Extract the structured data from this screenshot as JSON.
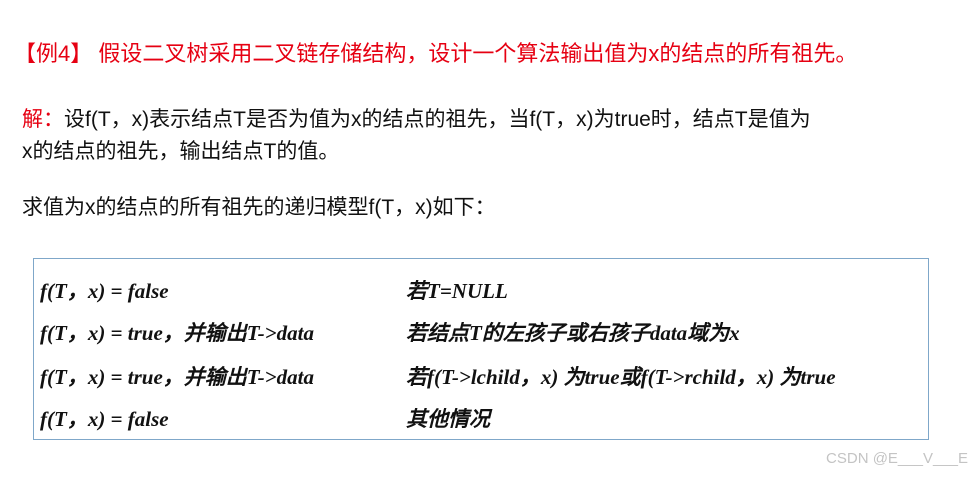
{
  "title": "【例4】 假设二叉树采用二叉链存储结构，设计一个算法输出值为x的结点的所有祖先。",
  "solution": {
    "label": "解：",
    "text_line1": "设f(T，x)表示结点T是否为值为x的结点的祖先，当f(T，x)为true时，结点T是值为",
    "text_line2": "x的结点的祖先，输出结点T的值。"
  },
  "model_intro": "求值为x的结点的所有祖先的递归模型f(T，x)如下：",
  "rules": [
    {
      "expr": "f(T，x) = false",
      "cond": "若T=NULL"
    },
    {
      "expr": "f(T，x) = true，并输出T->data",
      "cond": "若结点T的左孩子或右孩子data域为x"
    },
    {
      "expr": "f(T，x) = true，并输出T->data",
      "cond": "若f(T->lchild，x) 为true或f(T->rchild，x) 为true"
    },
    {
      "expr": "f(T，x) = false",
      "cond": "其他情况"
    }
  ],
  "watermark": "CSDN @E___V___E",
  "colors": {
    "accent": "#e60012",
    "box_border": "#7fa7c9"
  }
}
